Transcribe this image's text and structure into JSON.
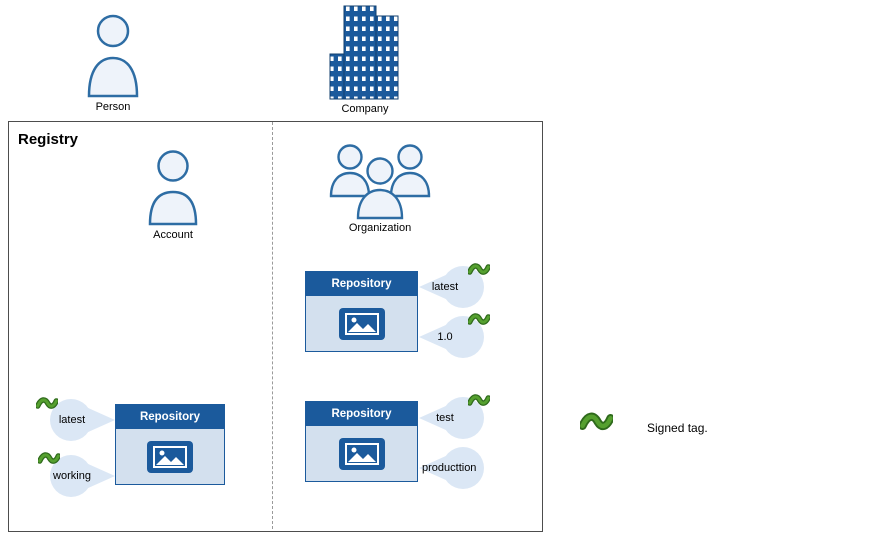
{
  "diagram": {
    "actors": {
      "person_label": "Person",
      "company_label": "Company"
    },
    "registry": {
      "title": "Registry",
      "account_label": "Account",
      "organization_label": "Organization"
    },
    "repos": {
      "account_repo": {
        "header": "Repository",
        "tags": [
          {
            "label": "latest",
            "signed": true
          },
          {
            "label": "working",
            "signed": true
          }
        ]
      },
      "org_repo_top": {
        "header": "Repository",
        "tags": [
          {
            "label": "latest",
            "signed": true
          },
          {
            "label": "1.0",
            "signed": true
          }
        ]
      },
      "org_repo_bottom": {
        "header": "Repository",
        "tags": [
          {
            "label": "test",
            "signed": true
          },
          {
            "label": "producttion",
            "signed": false
          }
        ]
      }
    },
    "legend": {
      "signed_label": "Signed tag."
    },
    "colors": {
      "dark_blue": "#1b5a9c",
      "panel_blue": "#d3e0ee",
      "balloon_blue": "#dbe7f5",
      "outline_blue": "#2e6da4",
      "signed_green": "#55a02f",
      "signed_green_dark": "#2f6a1c"
    }
  }
}
